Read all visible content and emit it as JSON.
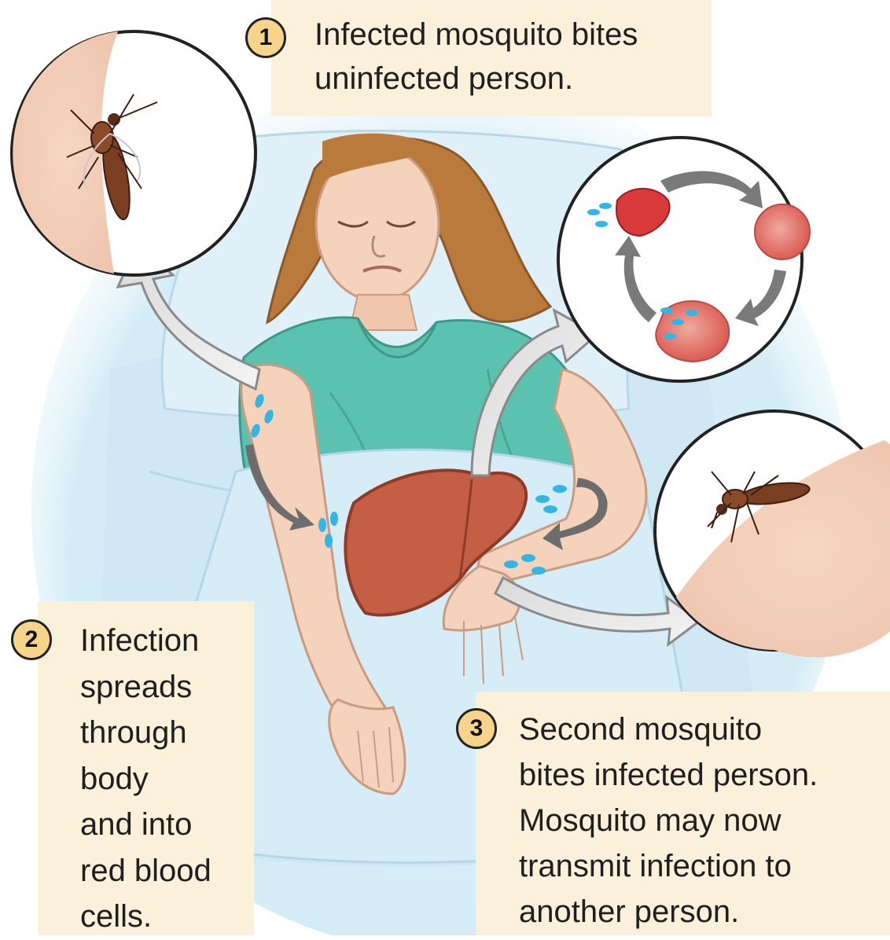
{
  "steps": [
    {
      "number": "1",
      "lines": [
        "Infected mosquito bites",
        "uninfected person."
      ]
    },
    {
      "number": "2",
      "lines": [
        "Infection",
        "spreads",
        "through",
        "body",
        "and into",
        "red blood",
        "cells."
      ]
    },
    {
      "number": "3",
      "lines": [
        "Second mosquito",
        "bites infected person.",
        "Mosquito may now",
        "transmit infection to",
        "another person."
      ]
    }
  ],
  "colors": {
    "label_box": "#fbf0d9",
    "badge": "#f6d48a",
    "bed_sheet": "#d9eef7",
    "gown": "#5cc2b0",
    "skin": "#f5d2bb",
    "hair": "#b97a3b",
    "liver": "#c45f45",
    "parasite": "#33b5e5",
    "red_blood_cell": "#d83a3a",
    "arrow": "#7a7a7a"
  },
  "icons": [
    "mosquito-icon",
    "liver-icon",
    "red-blood-cell-icon",
    "parasite-icon",
    "arrow-icon"
  ]
}
